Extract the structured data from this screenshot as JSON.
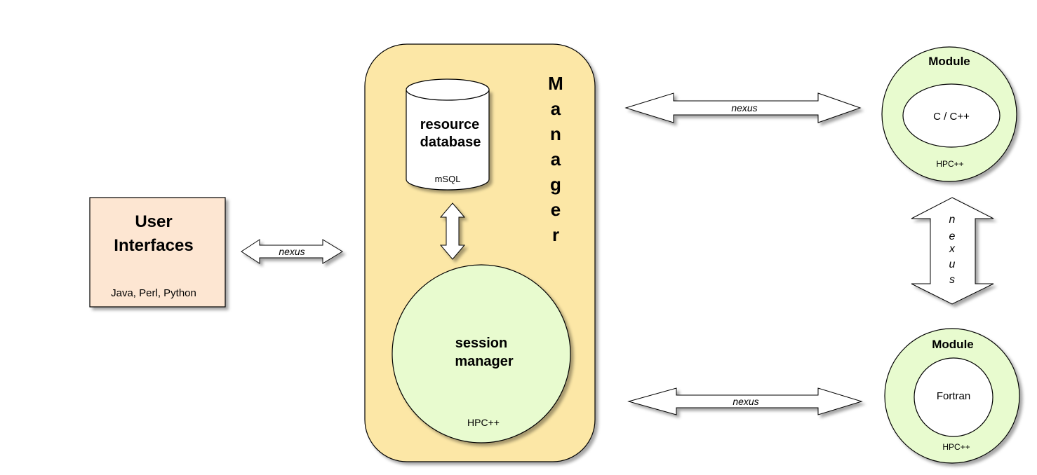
{
  "user_interfaces": {
    "title_line1": "User",
    "title_line2": "Interfaces",
    "languages": "Java, Perl, Python"
  },
  "manager": {
    "letters": [
      "M",
      "a",
      "n",
      "a",
      "g",
      "e",
      "r"
    ],
    "resource_database": {
      "line1": "resource",
      "line2": "database",
      "engine": "mSQL"
    },
    "session_manager": {
      "line1": "session",
      "line2": "manager",
      "runtime": "HPC++"
    }
  },
  "module_cpp": {
    "title": "Module",
    "language": "C / C++",
    "runtime": "HPC++"
  },
  "module_fortran": {
    "title": "Module",
    "language": "Fortran",
    "runtime": "HPC++"
  },
  "links": {
    "ui_manager": "nexus",
    "manager_module_cpp": "nexus",
    "manager_module_fortran": "nexus",
    "module_to_module": [
      "n",
      "e",
      "x",
      "u",
      "s"
    ]
  },
  "colors": {
    "ui_box_fill": "#fde6d2",
    "manager_fill": "#fce7a6",
    "circle_fill": "#e8fbcf",
    "inner_fill": "#ffffff",
    "stroke": "#000000"
  }
}
